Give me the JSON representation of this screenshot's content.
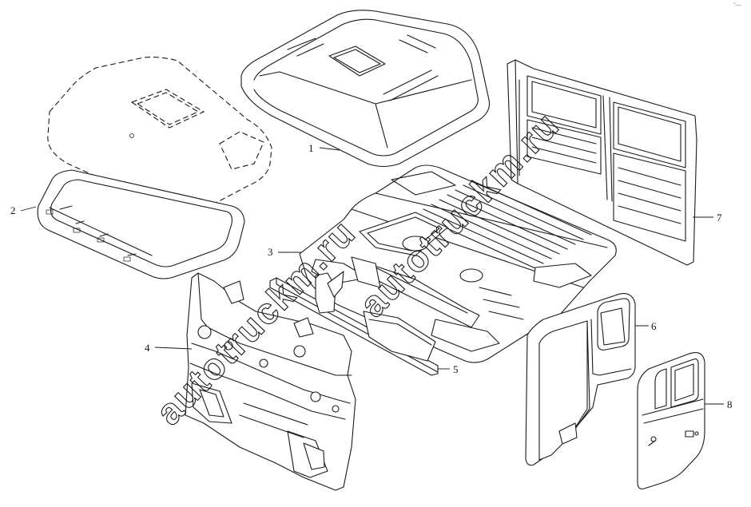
{
  "callouts": {
    "c1": "1",
    "c2": "2",
    "c3": "3",
    "c4": "4",
    "c5": "5",
    "c6": "6",
    "c7": "7",
    "c8": "8"
  },
  "watermark": {
    "line1": "autotruckm.ru",
    "line2": "autotruckm.ru"
  },
  "corner_mark": "°—",
  "colors": {
    "line": "#1a1a1a",
    "background": "#ffffff"
  }
}
